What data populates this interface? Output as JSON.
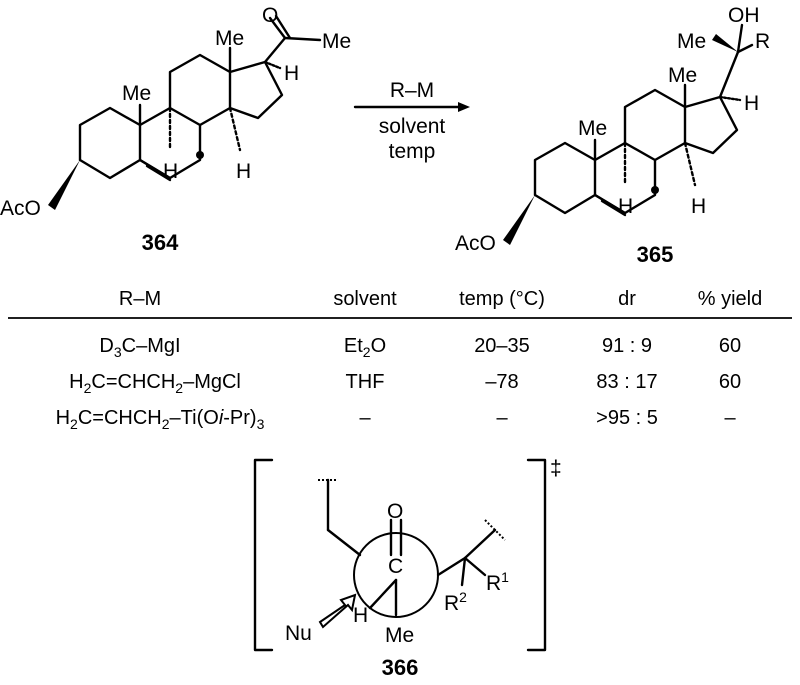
{
  "scheme": {
    "reactant": {
      "label": "364",
      "acetate": "AcO",
      "methyl_c10": "Me",
      "methyl_c13": "Me",
      "ketone_o": "O",
      "ketone_me": "Me",
      "h_c17": "H",
      "h_c9": "H",
      "h_c14": "H"
    },
    "product": {
      "label": "365",
      "acetate": "AcO",
      "methyl_c10": "Me",
      "methyl_c13": "Me",
      "hydroxyl": "OH",
      "carbinol_me": "Me",
      "r_group": "R",
      "h_c17": "H",
      "h_c9": "H",
      "h_c14": "H"
    },
    "arrow": {
      "reagent": "R–M",
      "conditions_line1": "solvent",
      "conditions_line2": "temp"
    }
  },
  "table": {
    "headers": {
      "rm": "R–M",
      "solvent": "solvent",
      "temp": "temp (°C)",
      "dr": "dr",
      "yield": "% yield"
    },
    "rows": [
      {
        "rm_main": "D",
        "rm_sub1": "3",
        "rm_rest": "C–MgI",
        "solvent_main": "Et",
        "solvent_sub": "2",
        "solvent_rest": "O",
        "temp": "20–35",
        "dr": "91 : 9",
        "yield": "60"
      },
      {
        "rm_main": "H",
        "rm_sub1": "2",
        "rm_rest": "C=CHCH",
        "rm_sub2": "2",
        "rm_tail": "–MgCl",
        "solvent": "THF",
        "temp": "–78",
        "dr": "83 : 17",
        "yield": "60"
      },
      {
        "rm_main": "H",
        "rm_sub1": "2",
        "rm_rest": "C=CHCH",
        "rm_sub2": "2",
        "rm_tail": "–Ti(O",
        "rm_ital": "i",
        "rm_tail2": "-Pr)",
        "rm_sub3": "3",
        "solvent": "–",
        "temp": "–",
        "dr": ">95 : 5",
        "yield": "–"
      }
    ]
  },
  "transition_state": {
    "label": "366",
    "dagger": "‡",
    "carbonyl_o": "O",
    "carbonyl_c": "C",
    "nucleophile": "Nu",
    "h_front": "H",
    "me_front": "Me",
    "r1": "R",
    "r1_sup": "1",
    "r2": "R",
    "r2_sup": "2"
  }
}
